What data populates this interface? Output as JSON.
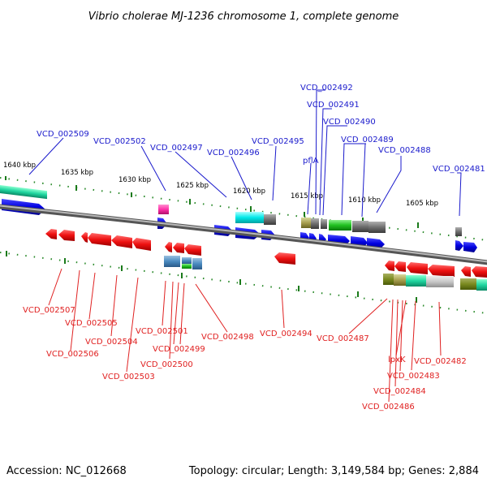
{
  "title": "Vibrio cholerae MJ-1236 chromosome 1, complete genome",
  "footer": {
    "accession": "Accession: NC_012668",
    "topology": "Topology: circular; Length: 3,149,584 bp; Genes: 2,884"
  },
  "scale_labels": [
    "1640 kbp",
    "1635 kbp",
    "1630 kbp",
    "1625 kbp",
    "1620 kbp",
    "1615 kbp",
    "1610 kbp",
    "1605 kbp"
  ],
  "forward_gene_labels": [
    "VCD_002509",
    "VCD_002502",
    "VCD_002497",
    "VCD_002496",
    "VCD_002495",
    "pflA",
    "VCD_002492",
    "VCD_002491",
    "VCD_002490",
    "VCD_002489",
    "VCD_002488",
    "VCD_002481"
  ],
  "reverse_gene_labels": [
    "VCD_002507",
    "VCD_002506",
    "VCD_002505",
    "VCD_002504",
    "VCD_002503",
    "VCD_002501",
    "VCD_002499",
    "VCD_002500",
    "VCD_002498",
    "VCD_002494",
    "VCD_002487",
    "lpxK",
    "VCD_002483",
    "VCD_002484",
    "VCD_002486",
    "VCD_002482"
  ],
  "colors": {
    "forward": "#1a1acc",
    "reverse": "#e02020",
    "tick": "#2a8a2a",
    "backbone": "#8a8a8a"
  }
}
